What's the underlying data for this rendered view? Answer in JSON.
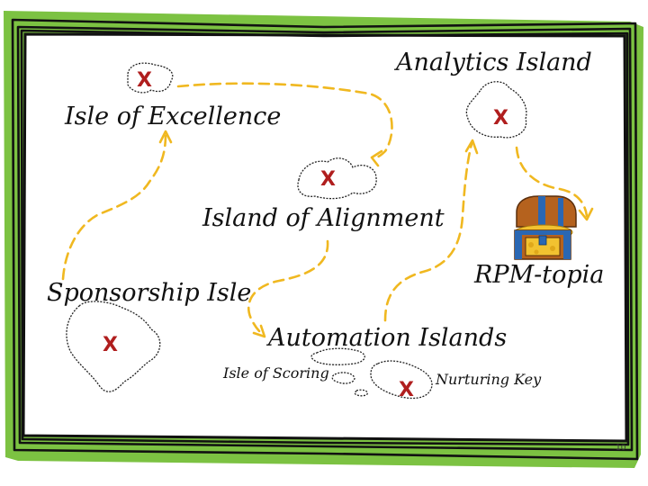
{
  "map": {
    "locations": {
      "isle_of_excellence": "Isle of Excellence",
      "analytics_island": "Analytics Island",
      "island_of_alignment": "Island of Alignment",
      "sponsorship_isle": "Sponsorship Isle",
      "rpm_topia": "RPM-topia",
      "automation_islands": "Automation Islands",
      "isle_of_scoring": "Isle of Scoring",
      "nurturing_key": "Nurturing Key"
    },
    "marker": "X",
    "page_number": "10"
  },
  "colors": {
    "frame_green": "#7cc242",
    "frame_ink": "#111111",
    "path_gold": "#f0b820",
    "marker_red": "#b01e1e",
    "chest_wood": "#b5621e",
    "chest_trim": "#2a67b3",
    "gold": "#f2c230"
  },
  "icons": [
    "treasure-chest-icon"
  ]
}
